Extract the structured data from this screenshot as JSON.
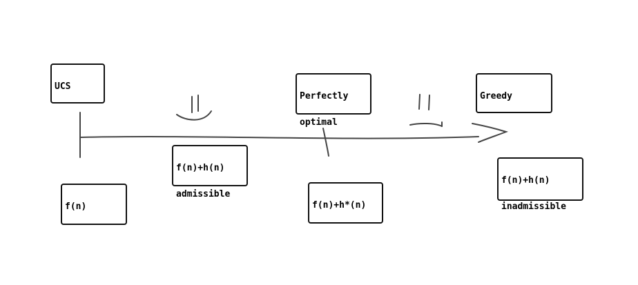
{
  "diagram": {
    "labels": {
      "ucs": "UCS",
      "f_n": "f(n)",
      "admissible_line1": "f(n)+h(n)",
      "admissible_line2": "admissible",
      "perfectly_optimal_line1": "Perfectly",
      "perfectly_optimal_line2": "optimal",
      "perfect_heuristic": "f(n)+h*(n)",
      "greedy": "Greedy",
      "inadmissible_line1": "f(n)+h(n)",
      "inadmissible_line2": "inadmissible"
    }
  }
}
